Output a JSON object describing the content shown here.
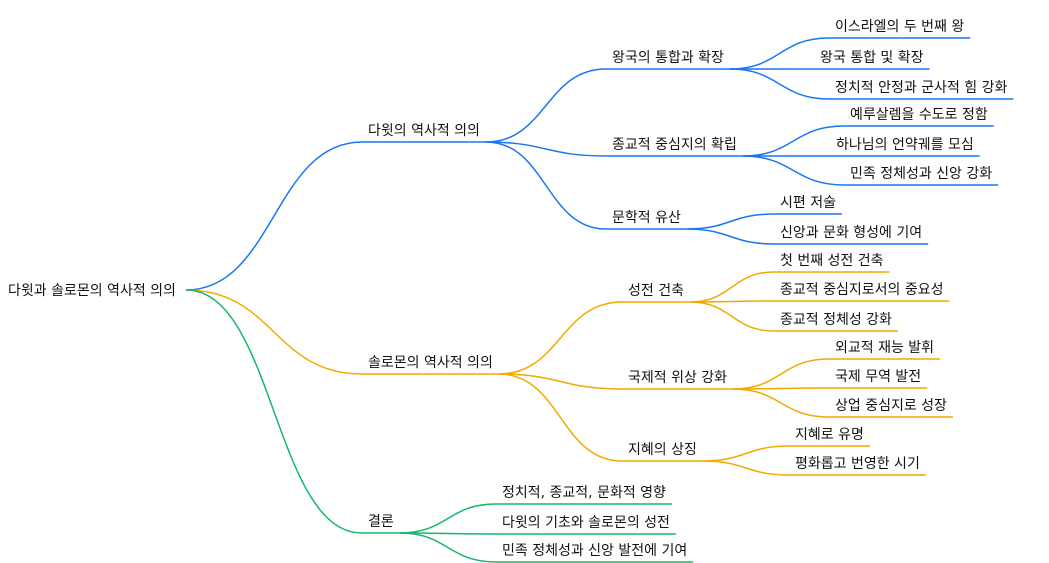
{
  "colors": {
    "branch_1": "#1877f2",
    "branch_2": "#f5a800",
    "branch_3": "#13b86a",
    "text": "#111111"
  },
  "mindmap": {
    "root": "다윗과 솔로몬의 역사적 의의",
    "branches": [
      {
        "label": "다윗의 역사적 의의",
        "children": [
          {
            "label": "왕국의 통합과 확장",
            "children": [
              "이스라엘의 두 번째 왕",
              "왕국 통합 및 확장",
              "정치적 안정과 군사적 힘 강화"
            ]
          },
          {
            "label": "종교적 중심지의 확립",
            "children": [
              "예루살렘을 수도로 정함",
              "하나님의 언약궤를 모심",
              "민족 정체성과 신앙 강화"
            ]
          },
          {
            "label": "문학적 유산",
            "children": [
              "시편 저술",
              "신앙과 문화 형성에 기여"
            ]
          }
        ]
      },
      {
        "label": "솔로몬의 역사적 의의",
        "children": [
          {
            "label": "성전 건축",
            "children": [
              "첫 번째 성전 건축",
              "종교적 중심지로서의 중요성",
              "종교적 정체성 강화"
            ]
          },
          {
            "label": "국제적 위상 강화",
            "children": [
              "외교적 재능 발휘",
              "국제 무역 발전",
              "상업 중심지로 성장"
            ]
          },
          {
            "label": "지혜의 상징",
            "children": [
              "지혜로 유명",
              "평화롭고 번영한 시기"
            ]
          }
        ]
      },
      {
        "label": "결론",
        "children": [
          {
            "label": "정치적, 종교적, 문화적 영향",
            "children": []
          },
          {
            "label": "다윗의 기초와 솔로몬의 성전",
            "children": []
          },
          {
            "label": "민족 정체성과 신앙 발전에 기여",
            "children": []
          }
        ]
      }
    ]
  }
}
